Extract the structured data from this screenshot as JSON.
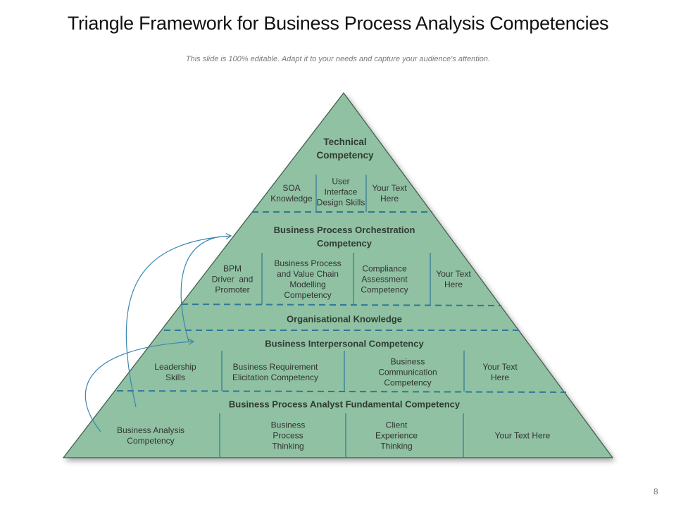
{
  "slide": {
    "title": "Triangle Framework for Business Process Analysis Competencies",
    "subtitle": "This slide is 100% editable. Adapt it to your needs and capture your audience's attention.",
    "page_number": "8"
  },
  "colors": {
    "triangle_fill": "#8fc1a2",
    "triangle_outline": "#3c5a48",
    "divider": "#2f7898",
    "arrow": "#3a86b0",
    "header_text": "#2f3b33",
    "body_text": "#333333"
  },
  "pyramid": {
    "tier1": {
      "header_line1": "Technical",
      "header_line2": "Competency",
      "cells": [
        {
          "line1": "SOA",
          "line2": "Knowledge"
        },
        {
          "line1": "User",
          "line2": "Interface",
          "line3": "Design Skills"
        },
        {
          "line1": "Your Text",
          "line2": "Here"
        }
      ]
    },
    "tier2": {
      "header_line1": "Business Process Orchestration",
      "header_line2": "Competency",
      "cells": [
        {
          "line1": "BPM",
          "line2": "Driver  and",
          "line3": "Promoter"
        },
        {
          "line1": "Business Process",
          "line2": "and Value Chain",
          "line3": "Modelling",
          "line4": "Competency"
        },
        {
          "line1": "Compliance",
          "line2": "Assessment",
          "line3": "Competency"
        },
        {
          "line1": "Your Text",
          "line2": "Here"
        }
      ]
    },
    "tier3": {
      "header": "Organisational Knowledge"
    },
    "tier4": {
      "header": "Business Interpersonal Competency",
      "cells": [
        {
          "line1": "Leadership",
          "line2": "Skills"
        },
        {
          "line1": "Business Requirement",
          "line2": "Elicitation Competency"
        },
        {
          "line1": "Business",
          "line2": "Communication",
          "line3": "Competency"
        },
        {
          "line1": "Your Text",
          "line2": "Here"
        }
      ]
    },
    "tier5": {
      "header": "Business Process Analyst Fundamental Competency",
      "cells": [
        {
          "line1": "Business Analysis",
          "line2": "Competency"
        },
        {
          "line1": "Business",
          "line2": "Process",
          "line3": "Thinking"
        },
        {
          "line1": "Client",
          "line2": "Experience",
          "line3": "Thinking"
        },
        {
          "line1": "Your Text Here"
        }
      ]
    }
  }
}
